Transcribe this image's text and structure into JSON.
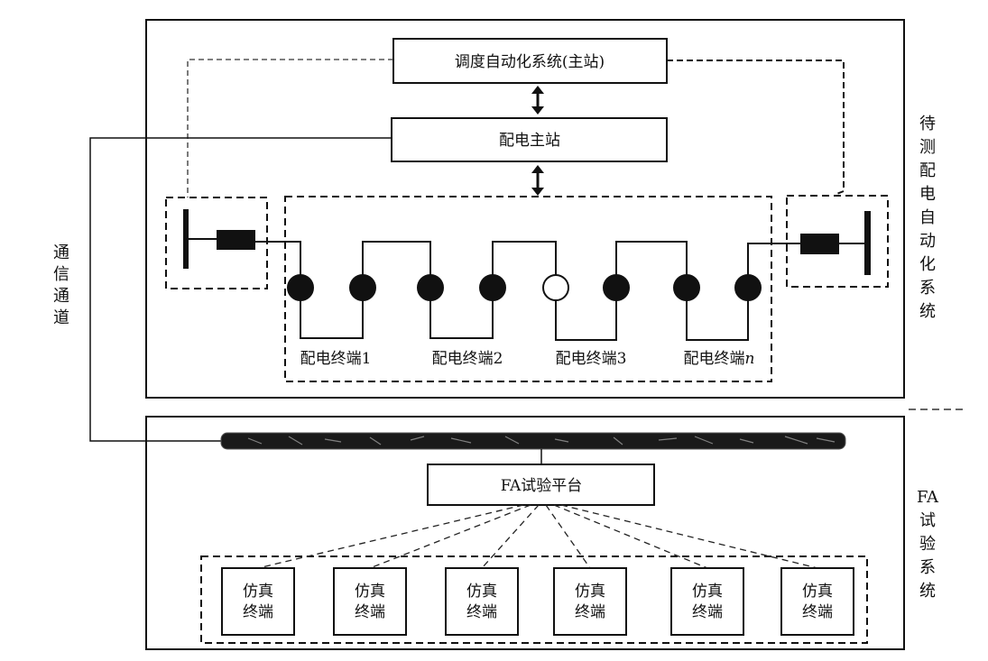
{
  "diagram": {
    "type": "system-architecture",
    "upper_system": {
      "label_chars": [
        "待",
        "测",
        "配",
        "电",
        "自",
        "动",
        "化",
        "系",
        "统"
      ],
      "label": "待测配电自动化系统",
      "dispatch_box": "调度自动化系统(主站)",
      "master_box": "配电主站",
      "terminals": [
        {
          "label_prefix": "配电终端",
          "label_suffix": "1"
        },
        {
          "label_prefix": "配电终端",
          "label_suffix": "2"
        },
        {
          "label_prefix": "配电终端",
          "label_suffix": "3"
        },
        {
          "label_prefix": "配电终端",
          "label_suffix": "n",
          "suffix_italic": true
        }
      ],
      "switches": [
        "closed",
        "closed",
        "closed",
        "closed",
        "open",
        "closed",
        "closed",
        "closed"
      ]
    },
    "comm_channel": {
      "label_chars": [
        "通",
        "信",
        "通",
        "道"
      ],
      "label": "通信通道"
    },
    "lower_system": {
      "label_chars": [
        "FA",
        "试",
        "验",
        "系",
        "统"
      ],
      "label": "FA试验系统",
      "platform_box": "FA试验平台",
      "sim_terminals": [
        {
          "line1": "仿真",
          "line2": "终端"
        },
        {
          "line1": "仿真",
          "line2": "终端"
        },
        {
          "line1": "仿真",
          "line2": "终端"
        },
        {
          "line1": "仿真",
          "line2": "终端"
        },
        {
          "line1": "仿真",
          "line2": "终端"
        },
        {
          "line1": "仿真",
          "line2": "终端"
        }
      ]
    },
    "colors": {
      "line": "#111111",
      "background": "#ffffff",
      "bus_bar": "#1a1a1a"
    }
  }
}
